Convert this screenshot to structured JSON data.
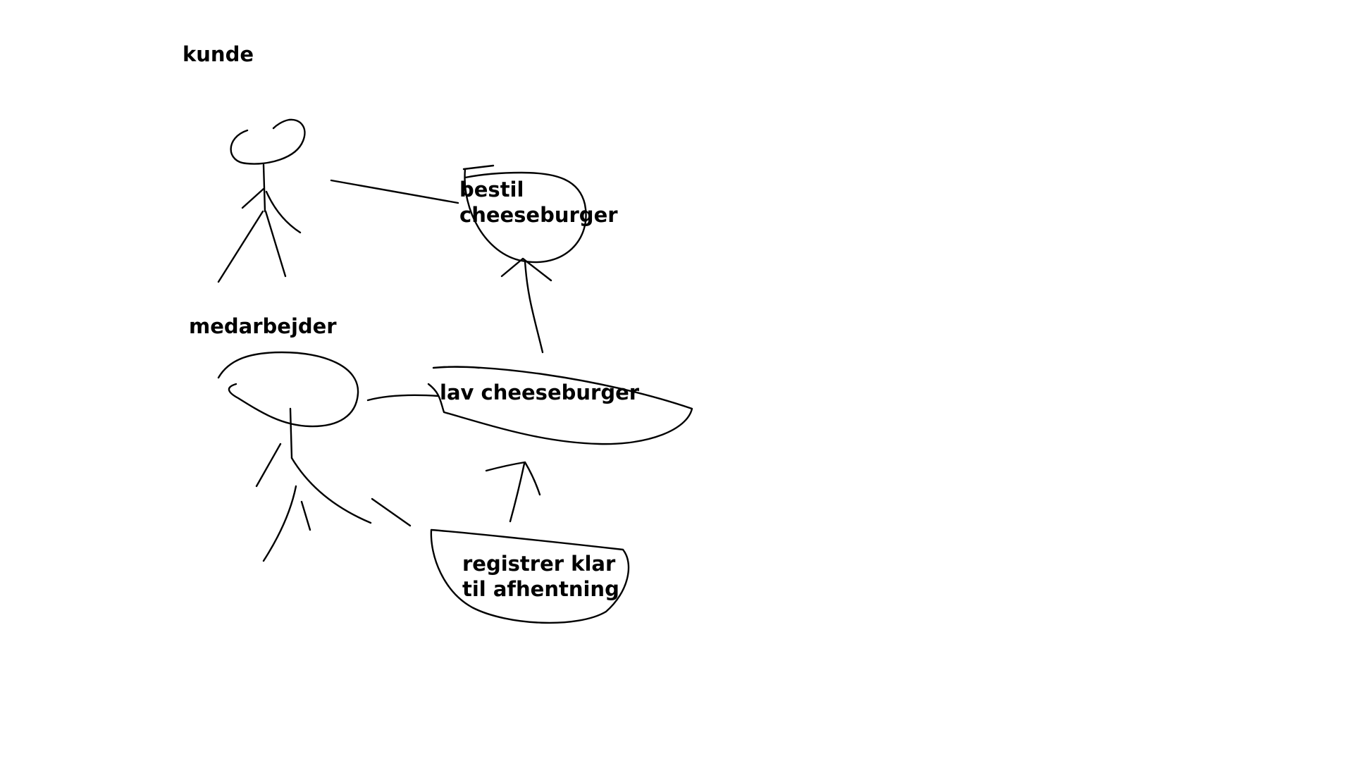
{
  "actors": {
    "kunde": {
      "label": "kunde"
    },
    "medarbejder": {
      "label": "medarbejder"
    }
  },
  "use_cases": {
    "bestil": {
      "lines": [
        "bestil",
        "cheeseburger"
      ]
    },
    "lav": {
      "lines": [
        "lav cheeseburger"
      ]
    },
    "registrer": {
      "lines": [
        "registrer klar",
        "til afhentning"
      ]
    }
  },
  "colors": {
    "stroke": "#000000",
    "background": "#ffffff"
  }
}
